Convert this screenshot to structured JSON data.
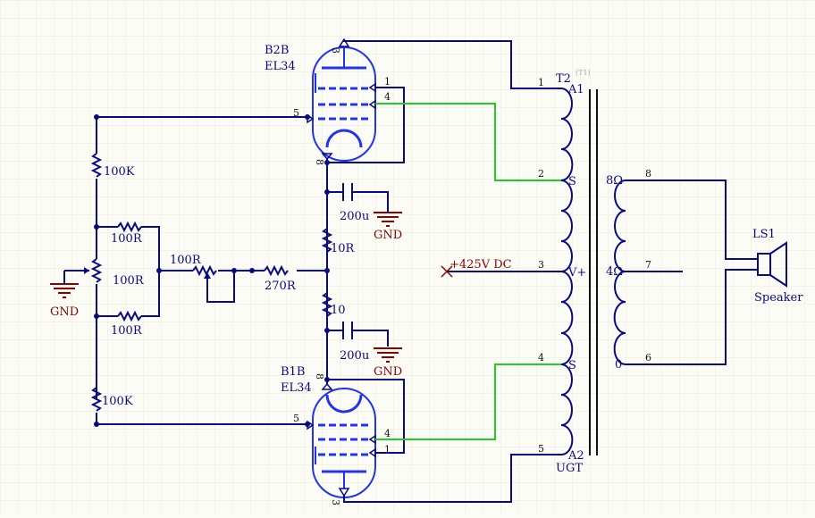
{
  "tubes": [
    {
      "designator": "B2B",
      "type": "EL34",
      "pins": {
        "plate": "3",
        "screen": "4",
        "g1": "1",
        "cathode": "8",
        "grid": "5"
      }
    },
    {
      "designator": "B1B",
      "type": "EL34",
      "pins": {
        "plate": "3",
        "screen": "4",
        "g1": "1",
        "cathode": "8",
        "grid": "5"
      }
    }
  ],
  "resistors": {
    "r_top": "100K",
    "r_bot": "100K",
    "r_bal_top": "100R",
    "r_bal_mid": "100R",
    "r_bal_bot": "100R",
    "r_trim": "100R",
    "r_series": "270R",
    "r_cath_top": "10R",
    "r_cath_bot": "10"
  },
  "capacitors": {
    "c_top": "200u",
    "c_bot": "200u"
  },
  "grounds": {
    "gnd_left": "GND",
    "gnd_top": "GND",
    "gnd_bot": "GND"
  },
  "power": {
    "label": "+425V DC"
  },
  "transformer": {
    "designator": "T2",
    "ref_hint": "(T1)",
    "type": "UGT",
    "primary_pins": [
      "1",
      "2",
      "3",
      "4",
      "5"
    ],
    "primary_tap_labels": [
      "A1",
      "S",
      "V+",
      "S",
      "A2"
    ],
    "secondary_pins": [
      "8",
      "7",
      "6"
    ],
    "secondary_tap_labels": [
      "8Ω",
      "4Ω",
      "0"
    ]
  },
  "speaker": {
    "designator": "LS1",
    "label": "Speaker"
  },
  "colors": {
    "wire": "#0a0a80",
    "screen_wire": "#22cc22",
    "tube": "#2233ee",
    "ground_label": "#8b0000",
    "background": "#fcfcf6"
  }
}
